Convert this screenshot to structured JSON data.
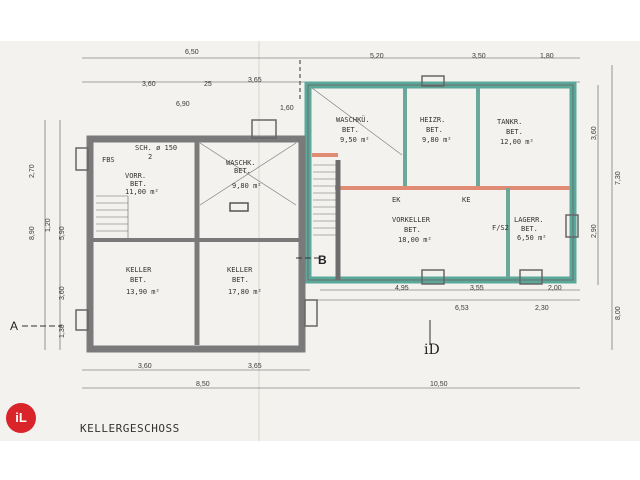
{
  "plan_title": "KELLERGESCHOSS",
  "logo_text": "iL",
  "section_markers": {
    "a": "A",
    "b": "B"
  },
  "north_label": "iD",
  "rooms": [
    {
      "name": "WASCHKÜ.",
      "floor": "BET.",
      "area": "9,50 m²"
    },
    {
      "name": "HEIZR.",
      "floor": "BET.",
      "area": "9,80 m²"
    },
    {
      "name": "TANKR.",
      "floor": "BET.",
      "area": "12,00 m²"
    },
    {
      "name": "VORR.",
      "floor": "BET.",
      "area": "11,00 m²"
    },
    {
      "name": "WASCHK.",
      "floor": "BET.",
      "area": "9,80 m²"
    },
    {
      "name": "VORKELLER",
      "floor": "BET.",
      "area": "18,00 m²"
    },
    {
      "name": "LAGERR.",
      "floor": "BET.",
      "area": "6,50 m²"
    },
    {
      "name": "KELLER",
      "floor": "BET.",
      "area": "13,90 m²"
    },
    {
      "name": "KELLER",
      "floor": "BET.",
      "area": "17,80 m²"
    }
  ],
  "annotations": {
    "chimney": "SCH. ø 150",
    "chimney_sub": "2",
    "ek": "EK",
    "ke": "KE",
    "fbs": "FBS",
    "fs2": "F/S2"
  },
  "dimensions_top": [
    "6,50",
    "5,20",
    "3,50",
    "1,80"
  ],
  "dimensions_top2": [
    "3,60",
    "25",
    "3,65",
    "1,60",
    "6,90"
  ],
  "dimensions_bottom": [
    "3,60",
    "3,65",
    "8,50",
    "10,50",
    "6,53",
    "2,30",
    "4,95",
    "3,55",
    "2,00"
  ],
  "dimensions_left": [
    "2,70",
    "1,20",
    "5,90",
    "8,90",
    "3,60",
    "1,30"
  ],
  "dimensions_right": [
    "3,60",
    "2,90",
    "7,30",
    "8,00"
  ],
  "colors": {
    "wall": "#7a7a7a",
    "wall_green": "#5aa89a",
    "wall_salmon": "#e08b74",
    "paper": "#f4f2ee"
  }
}
